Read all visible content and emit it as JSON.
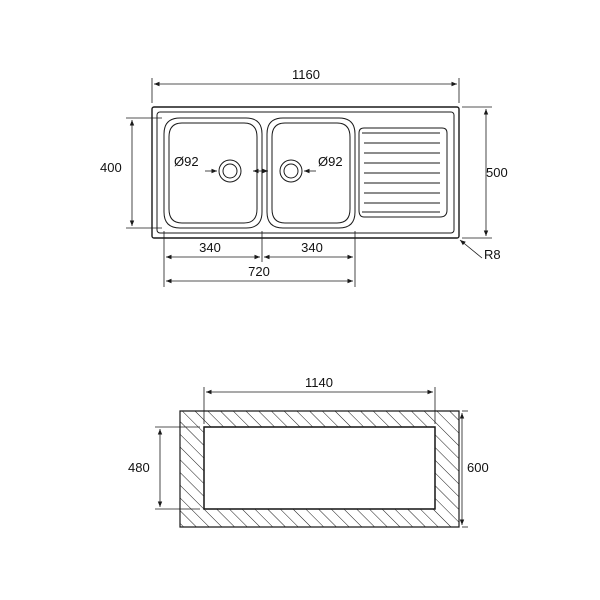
{
  "top_view": {
    "overall_width": "1160",
    "overall_depth": "500",
    "bowl_depth": "400",
    "drain_left": "Ø92",
    "drain_right": "Ø92",
    "bowl_left_width": "340",
    "bowl_right_width": "340",
    "bowls_total_width": "720",
    "corner_radius": "R8"
  },
  "cutout_view": {
    "cutout_width": "1140",
    "cutout_depth": "480",
    "outer_depth": "600"
  }
}
